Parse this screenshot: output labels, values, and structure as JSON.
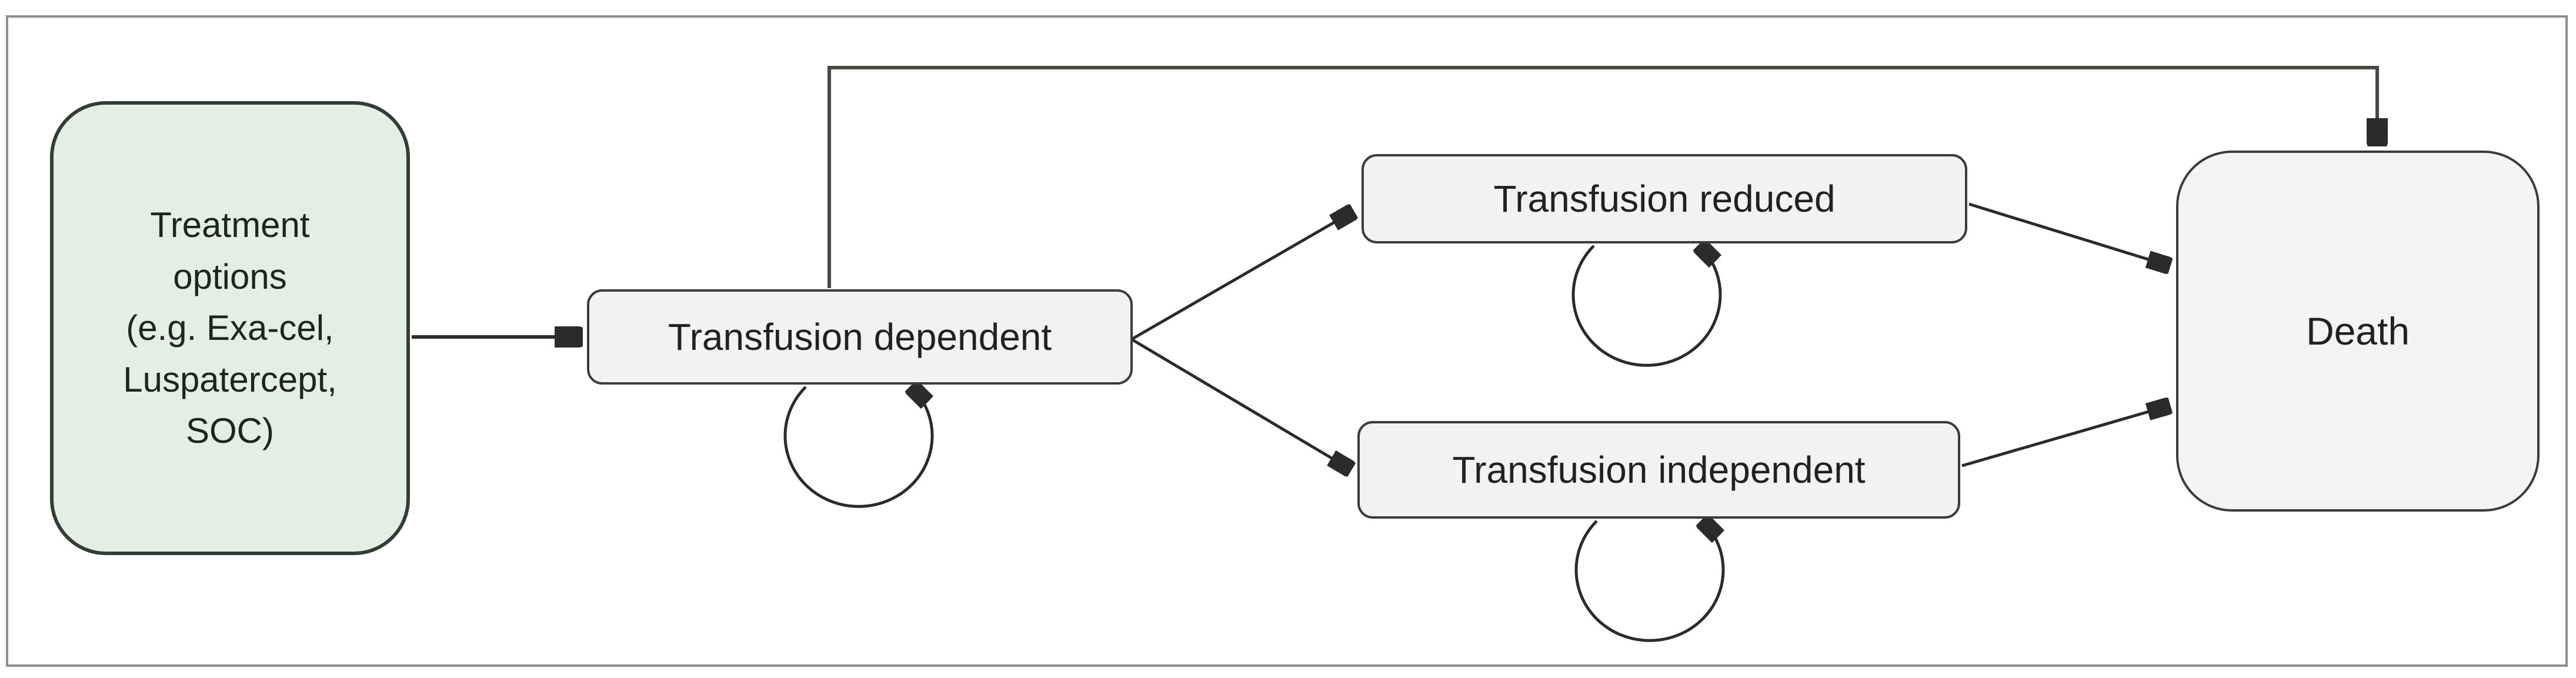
{
  "figure": {
    "type": "state-transition-model-diagram",
    "background_color": "#ffffff",
    "frame_border_color": "#8e8e8e",
    "arrow_color": "#2b2b2b"
  },
  "nodes": {
    "treatment_options": {
      "label": "Treatment\noptions\n(e.g. Exa-cel,\nLuspatercept,\nSOC)",
      "fill": "#e3eee4",
      "border_color": "#333d38",
      "shape": "rounded-rectangle"
    },
    "transfusion_dependent": {
      "label": "Transfusion dependent",
      "fill": "#f2f2f1",
      "border_color": "#3b3b3b",
      "shape": "rounded-rectangle"
    },
    "transfusion_reduced": {
      "label": "Transfusion reduced",
      "fill": "#f2f2f1",
      "border_color": "#3b3b3b",
      "shape": "rounded-rectangle"
    },
    "transfusion_independent": {
      "label": "Transfusion independent",
      "fill": "#f2f2f1",
      "border_color": "#3b3b3b",
      "shape": "rounded-rectangle"
    },
    "death": {
      "label": "Death",
      "fill": "#f4f3f2",
      "border_color": "#3b3b3b",
      "shape": "rounded-square"
    }
  },
  "edges": [
    {
      "from": "treatment_options",
      "to": "transfusion_dependent",
      "style": "straight-arrow"
    },
    {
      "from": "transfusion_dependent",
      "to": "transfusion_reduced",
      "style": "straight-arrow"
    },
    {
      "from": "transfusion_dependent",
      "to": "transfusion_independent",
      "style": "straight-arrow"
    },
    {
      "from": "transfusion_dependent",
      "to": "death",
      "style": "elbow-arrow-over-top"
    },
    {
      "from": "transfusion_reduced",
      "to": "death",
      "style": "straight-arrow"
    },
    {
      "from": "transfusion_independent",
      "to": "death",
      "style": "straight-arrow"
    },
    {
      "from": "transfusion_dependent",
      "to": "transfusion_dependent",
      "style": "self-loop-below"
    },
    {
      "from": "transfusion_reduced",
      "to": "transfusion_reduced",
      "style": "self-loop-below"
    },
    {
      "from": "transfusion_independent",
      "to": "transfusion_independent",
      "style": "self-loop-below"
    }
  ]
}
